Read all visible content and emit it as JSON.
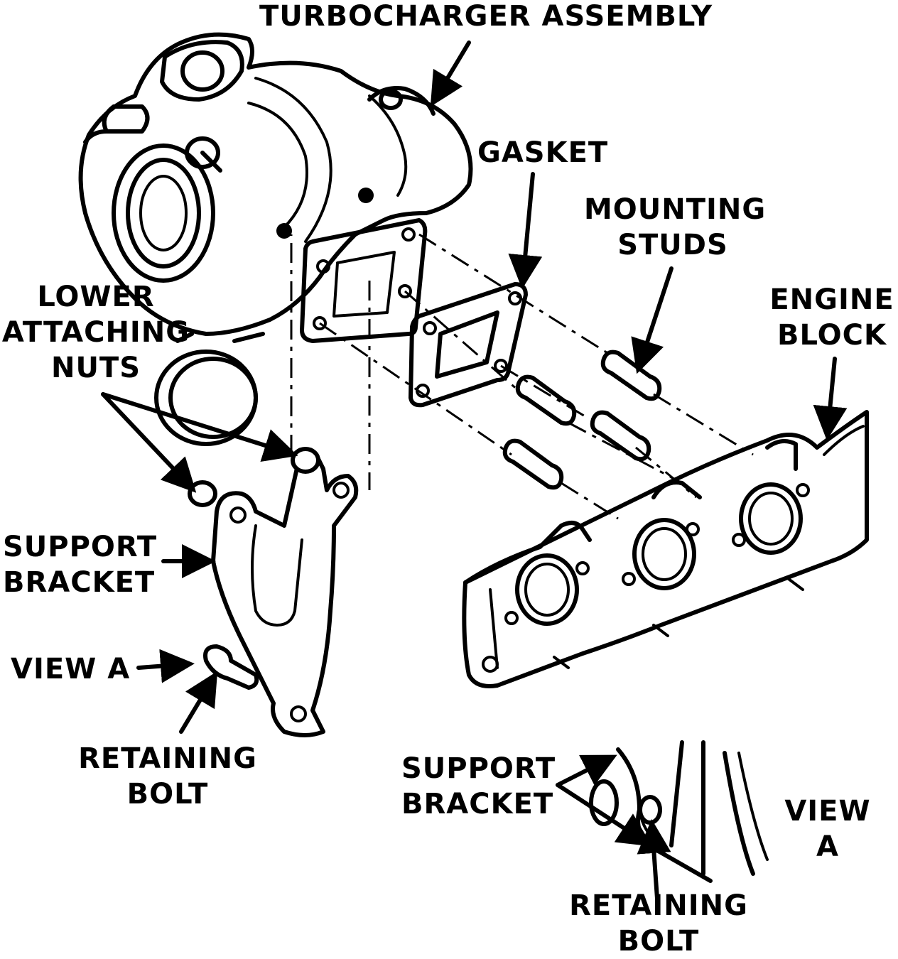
{
  "labels": {
    "turbocharger_assembly": "TURBOCHARGER ASSEMBLY",
    "gasket": "GASKET",
    "mounting_studs": [
      "MOUNTING",
      "STUDS"
    ],
    "engine_block": [
      "ENGINE",
      "BLOCK"
    ],
    "lower_attaching_nuts": [
      "LOWER",
      "ATTACHING",
      "NUTS"
    ],
    "support_bracket": [
      "SUPPORT",
      "BRACKET"
    ],
    "view_a_pointer": "VIEW A",
    "retaining_bolt": [
      "RETAINING",
      "BOLT"
    ],
    "detail_support_bracket": [
      "SUPPORT",
      "BRACKET"
    ],
    "detail_view": [
      "VIEW",
      "A"
    ],
    "detail_retaining_bolt": [
      "RETAINING",
      "BOLT"
    ]
  }
}
